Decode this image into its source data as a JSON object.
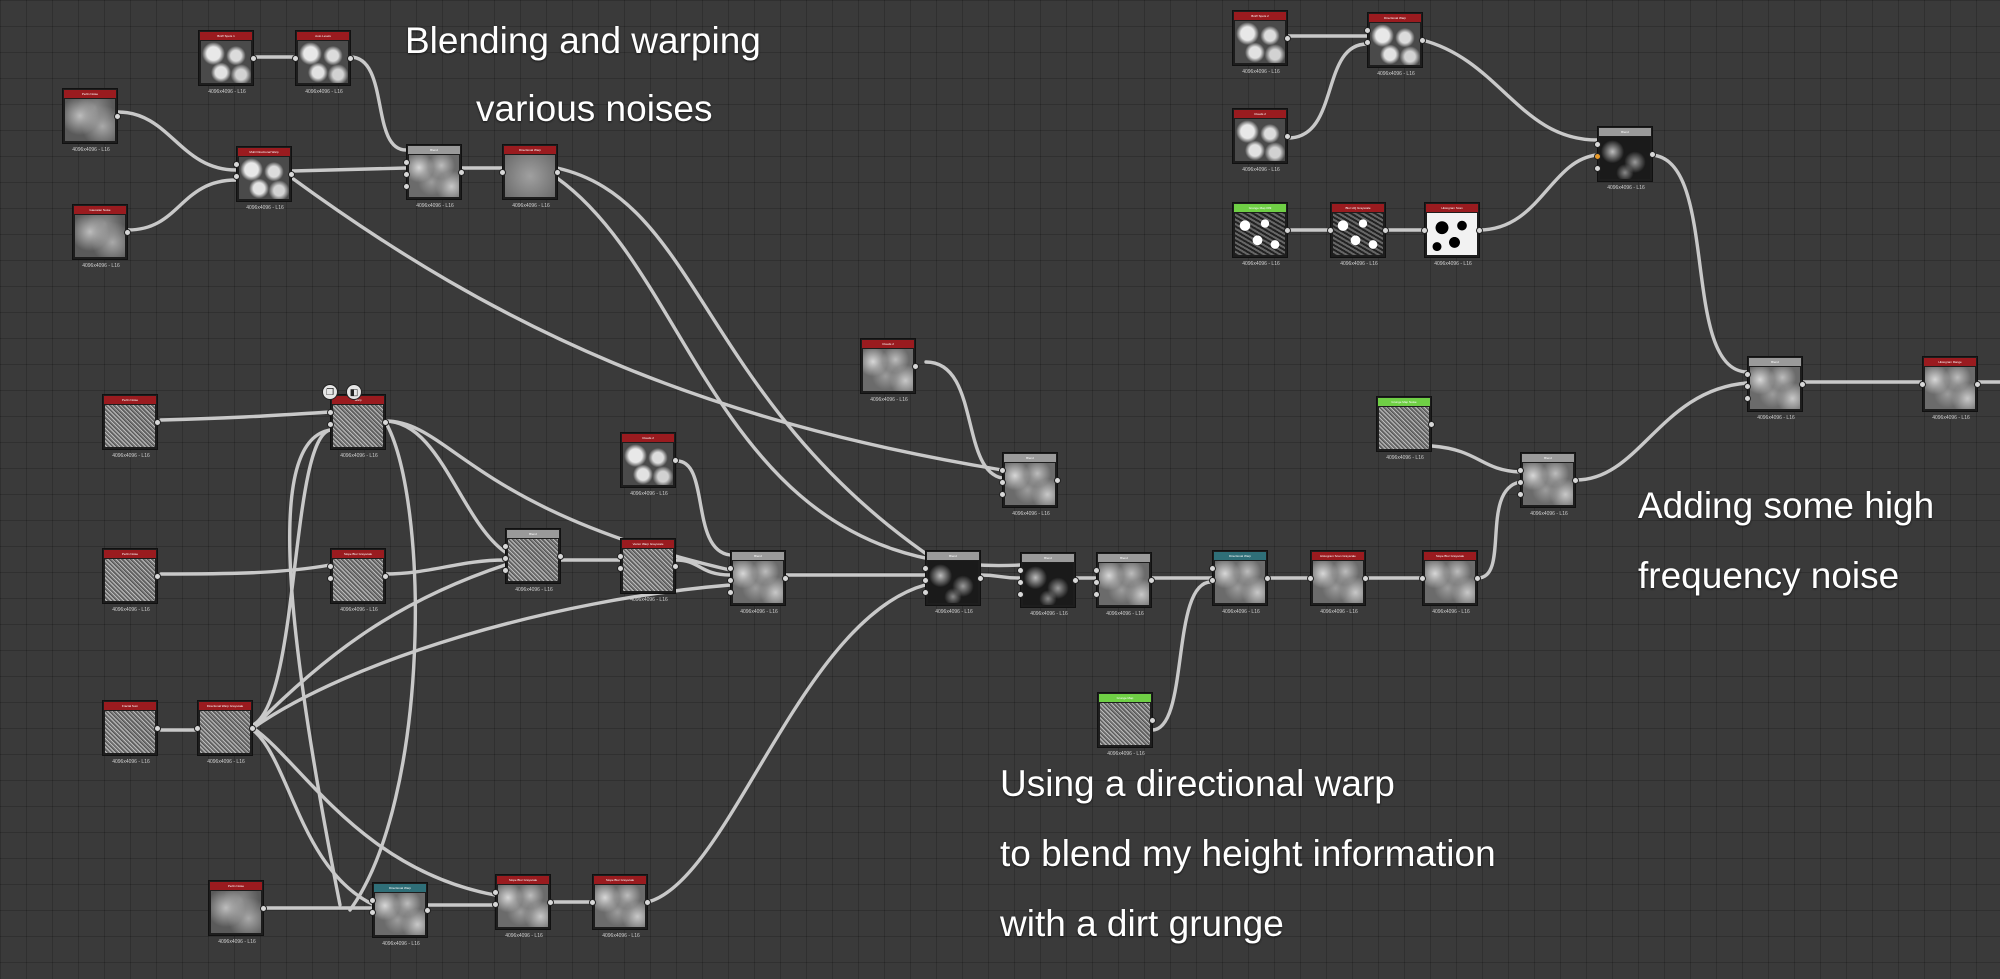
{
  "annotations": {
    "blend_line1": "Blending and warping",
    "blend_line2": "various noises",
    "directional_line1": "Using a directional warp",
    "directional_line2": "to blend my height information",
    "directional_line3": "with a dirt grunge",
    "highfreq_line1": "Adding some high",
    "highfreq_line2": "frequency noise"
  },
  "nodes": [
    {
      "id": "n1",
      "title": "Perlin Noise",
      "res": "4096x4096 - L16",
      "header": "red",
      "texture": "soft",
      "ins": 0
    },
    {
      "id": "n2",
      "title": "Gaussian Noise",
      "res": "4096x4096 - L16",
      "header": "red",
      "texture": "soft",
      "ins": 0
    },
    {
      "id": "n3",
      "title": "BnW Spots 1",
      "res": "4096x4096 - L16",
      "header": "red",
      "texture": "blob",
      "ins": 0
    },
    {
      "id": "n4",
      "title": "Auto Levels",
      "res": "4096x4096 - L16",
      "header": "red",
      "texture": "blob",
      "ins": 1
    },
    {
      "id": "n5",
      "title": "Multi Directional Warp",
      "res": "4096x4096 - L16",
      "header": "red",
      "texture": "blob",
      "ins": 2
    },
    {
      "id": "n6",
      "title": "Blend",
      "res": "4096x4096 - L16",
      "header": "gray",
      "texture": "cloud",
      "ins": 3
    },
    {
      "id": "n7",
      "title": "Directional Warp",
      "res": "4096x4096 - L16",
      "header": "red",
      "texture": "gray",
      "ins": 1
    },
    {
      "id": "n8",
      "title": "Perlin Noise",
      "res": "4096x4096 - L16",
      "header": "red",
      "texture": "fine",
      "ins": 0
    },
    {
      "id": "n9",
      "title": "Warp",
      "res": "4096x4096 - L16",
      "header": "red",
      "texture": "fine",
      "ins": 2
    },
    {
      "id": "n10",
      "title": "Perlin Noise",
      "res": "4096x4096 - L16",
      "header": "red",
      "texture": "fine",
      "ins": 0
    },
    {
      "id": "n11",
      "title": "Slope Blur Grayscale",
      "res": "4096x4096 - L16",
      "header": "red",
      "texture": "fine",
      "ins": 2
    },
    {
      "id": "n12",
      "title": "Blend",
      "res": "4096x4096 - L16",
      "header": "gray",
      "texture": "fine",
      "ins": 3
    },
    {
      "id": "n13",
      "title": "Clouds 2",
      "res": "4096x4096 - L16",
      "header": "red",
      "texture": "blob",
      "ins": 0
    },
    {
      "id": "n14",
      "title": "Vector Warp Grayscale",
      "res": "4096x4096 - L16",
      "header": "red",
      "texture": "fine",
      "ins": 2
    },
    {
      "id": "n15",
      "title": "Blend",
      "res": "4096x4096 - L16",
      "header": "gray",
      "texture": "cloud",
      "ins": 3
    },
    {
      "id": "n16",
      "title": "Fractal Sum",
      "res": "4096x4096 - L16",
      "header": "red",
      "texture": "fine",
      "ins": 0
    },
    {
      "id": "n17",
      "title": "Directional Warp Grayscale",
      "res": "4096x4096 - L16",
      "header": "red",
      "texture": "fine",
      "ins": 1
    },
    {
      "id": "n18",
      "title": "Perlin Noise",
      "res": "4096x4096 - L16",
      "header": "red",
      "texture": "soft",
      "ins": 0
    },
    {
      "id": "n19",
      "title": "Directional Warp",
      "res": "4096x4096 - L16",
      "header": "teal",
      "texture": "cloud",
      "ins": 2
    },
    {
      "id": "n20",
      "title": "Slope Blur Grayscale",
      "res": "4096x4096 - L16",
      "header": "red",
      "texture": "cloud",
      "ins": 2
    },
    {
      "id": "n21",
      "title": "Slope Blur Grayscale",
      "res": "4096x4096 - L16",
      "header": "red",
      "texture": "cloud",
      "ins": 1
    },
    {
      "id": "n22",
      "title": "Clouds 2",
      "res": "4096x4096 - L16",
      "header": "red",
      "texture": "cloud",
      "ins": 0
    },
    {
      "id": "n23",
      "title": "Blend",
      "res": "4096x4096 - L16",
      "header": "gray",
      "texture": "cloud",
      "ins": 3
    },
    {
      "id": "n24",
      "title": "Blend",
      "res": "4096x4096 - L16",
      "header": "gray",
      "texture": "dark",
      "ins": 3
    },
    {
      "id": "n25",
      "title": "Blend",
      "res": "4096x4096 - L16",
      "header": "gray",
      "texture": "dark",
      "ins": 3
    },
    {
      "id": "n26",
      "title": "Blend",
      "res": "4096x4096 - L16",
      "header": "gray",
      "texture": "cloud",
      "ins": 3
    },
    {
      "id": "n27",
      "title": "Directional Warp",
      "res": "4096x4096 - L16",
      "header": "teal",
      "texture": "cloud",
      "ins": 2
    },
    {
      "id": "n28",
      "title": "Grunge Map",
      "res": "4096x4096 - L16",
      "header": "green",
      "texture": "fine",
      "ins": 0
    },
    {
      "id": "n29",
      "title": "Histogram Scan Grayscale",
      "res": "4096x4096 - L16",
      "header": "red",
      "texture": "cloud",
      "ins": 1
    },
    {
      "id": "n30",
      "title": "Slope Blur Grayscale",
      "res": "4096x4096 - L16",
      "header": "red",
      "texture": "cloud",
      "ins": 1
    },
    {
      "id": "n31",
      "title": "Grunge Map Noise",
      "res": "4096x4096 - L16",
      "header": "green",
      "texture": "fine",
      "ins": 0
    },
    {
      "id": "n32",
      "title": "Blend",
      "res": "4096x4096 - L16",
      "header": "gray",
      "texture": "cloud",
      "ins": 3
    },
    {
      "id": "n33",
      "title": "BnW Spots 2",
      "res": "4096x4096 - L16",
      "header": "red",
      "texture": "blob",
      "ins": 0
    },
    {
      "id": "n34",
      "title": "Directional Warp",
      "res": "4096x4096 - L16",
      "header": "red",
      "texture": "blob",
      "ins": 2
    },
    {
      "id": "n35",
      "title": "Clouds 2",
      "res": "4096x4096 - L16",
      "header": "red",
      "texture": "blob",
      "ins": 0
    },
    {
      "id": "n36",
      "title": "Blend",
      "res": "4096x4096 - L16",
      "header": "gray",
      "texture": "dark",
      "ins": 3
    },
    {
      "id": "n37",
      "title": "Grunge Map 009",
      "res": "4096x4096 - L16",
      "header": "green",
      "texture": "bw2",
      "ins": 0
    },
    {
      "id": "n38",
      "title": "Blur HQ Grayscale",
      "res": "4096x4096 - L16",
      "header": "red",
      "texture": "bw2",
      "ins": 1
    },
    {
      "id": "n39",
      "title": "Histogram Scan",
      "res": "4096x4096 - L16",
      "header": "red",
      "texture": "bw",
      "ins": 1
    },
    {
      "id": "n40",
      "title": "Blend",
      "res": "4096x4096 - L16",
      "header": "gray",
      "texture": "cloud",
      "ins": 3
    },
    {
      "id": "n41",
      "title": "Histogram Range",
      "res": "4096x4096 - L16",
      "header": "red",
      "texture": "cloud",
      "ins": 1
    }
  ]
}
